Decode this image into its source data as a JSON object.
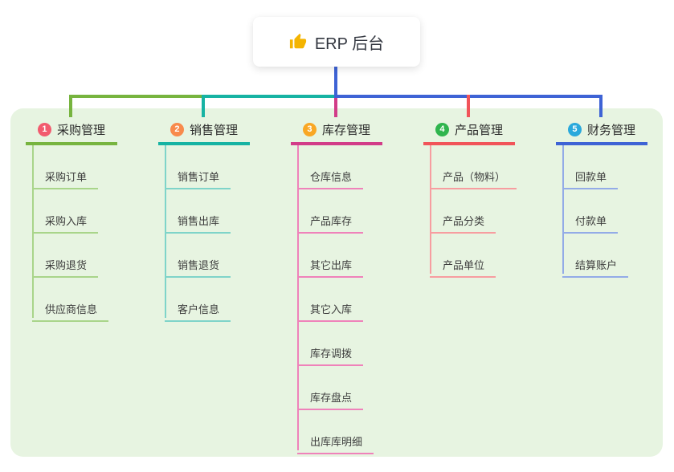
{
  "root": {
    "icon": "thumbs-up",
    "label": "ERP 后台"
  },
  "canvas": {
    "background": "#ffffff",
    "panel_background": "#e7f4e1"
  },
  "branches": [
    {
      "num": "1",
      "label": "采购管理",
      "badge_color": "#f25b6e",
      "line_color": "#77b43f",
      "light_line_color": "#a9d58a",
      "children": [
        "采购订单",
        "采购入库",
        "采购退货",
        "供应商信息"
      ]
    },
    {
      "num": "2",
      "label": "销售管理",
      "badge_color": "#f88a4c",
      "line_color": "#17b3a3",
      "light_line_color": "#7fd4c9",
      "children": [
        "销售订单",
        "销售出库",
        "销售退货",
        "客户信息"
      ]
    },
    {
      "num": "3",
      "label": "库存管理",
      "badge_color": "#f9a724",
      "line_color": "#d23c88",
      "light_line_color": "#ef82ba",
      "children": [
        "仓库信息",
        "产品库存",
        "其它出库",
        "其它入库",
        "库存调拨",
        "库存盘点",
        "出库库明细"
      ]
    },
    {
      "num": "4",
      "label": "产品管理",
      "badge_color": "#30b54e",
      "line_color": "#f15459",
      "light_line_color": "#f79da0",
      "children": [
        "产品（物料）",
        "产品分类",
        "产品单位"
      ]
    },
    {
      "num": "5",
      "label": "财务管理",
      "badge_color": "#2aa9dc",
      "line_color": "#3e63d5",
      "light_line_color": "#93abe7",
      "children": [
        "回款单",
        "付款单",
        "结算账户"
      ]
    }
  ]
}
